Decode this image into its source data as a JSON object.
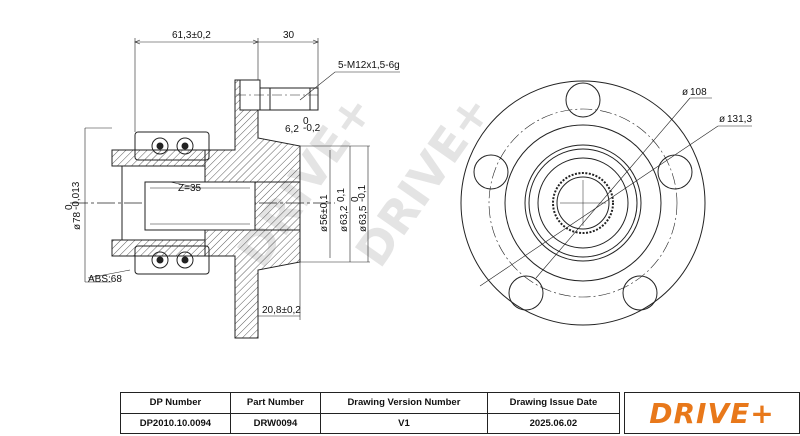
{
  "dimensions": {
    "flange_offset": "61,3±0,2",
    "stud_length": "30",
    "stud_thread": "5-M12x1,5-6g",
    "stud_dia": "6,2",
    "stud_tol_sup": "0",
    "stud_tol_sub": "-0,2",
    "bearing_dia": "78",
    "bearing_dia_tol_sup": "0",
    "bearing_dia_tol_sub": "-0,013",
    "spline_teeth": "Z=35",
    "abs_teeth": "ABS:68",
    "dia_56": "56±0,1",
    "dia_63_2": "63,2",
    "dia_63_2_tol": "0,1",
    "dia_63_5": "63,5",
    "dia_63_5_tol_sup": "0",
    "dia_63_5_tol_sub": "-0,1",
    "flange_thickness": "20,8±0,2",
    "pcd": "108",
    "flange_dia": "131,3"
  },
  "title_block": {
    "headers": [
      "DP Number",
      "Part Number",
      "Drawing Version Number",
      "Drawing Issue Date"
    ],
    "values": [
      "DP2010.10.0094",
      "DRW0094",
      "V1",
      "2025.06.02"
    ]
  },
  "brand": {
    "logo": "DRIVE+",
    "accent_color": "#e8781a"
  }
}
